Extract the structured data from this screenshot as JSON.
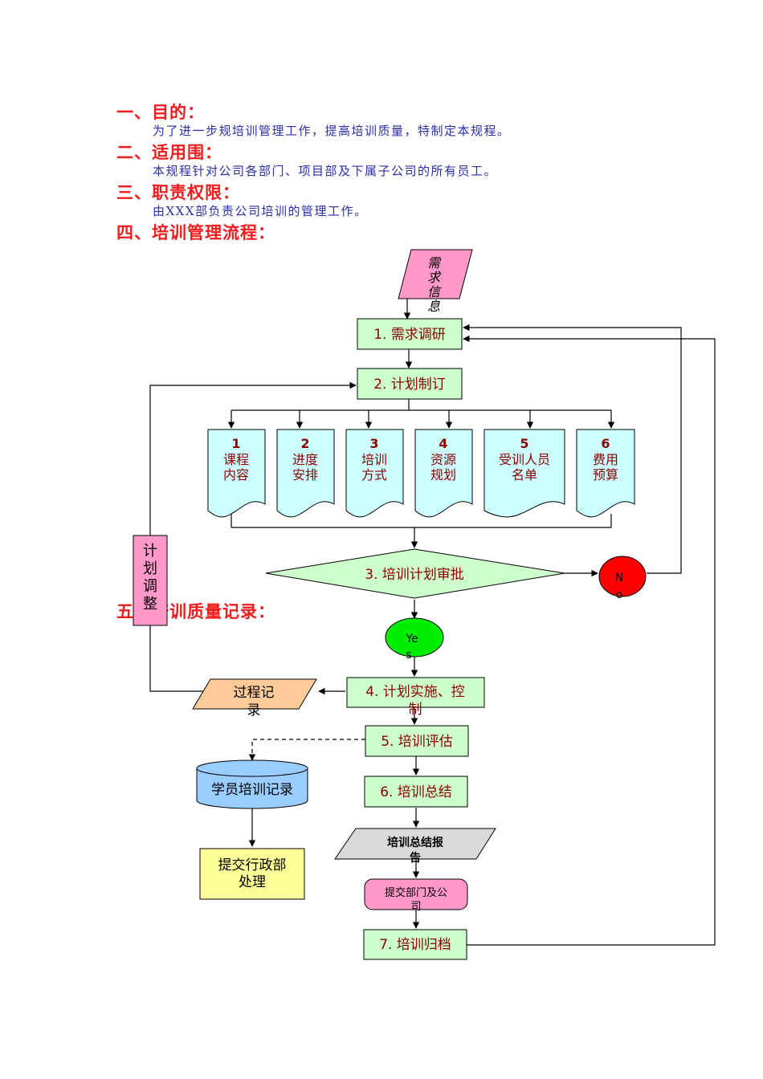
{
  "sections": [
    {
      "heading": "一、目的：",
      "body": "为了进一步规培训管理工作，提高培训质量，特制定本规程。"
    },
    {
      "heading": "二、适用围：",
      "body": "本规程针对公司各部门、项目部及下属子公司的所有员工。"
    },
    {
      "heading": "三、职责权限：",
      "body": "由XXX部负责公司培训的管理工作。"
    },
    {
      "heading": "四、培训管理流程：",
      "body": ""
    },
    {
      "heading": "五、培训质量记录：",
      "body": ""
    }
  ],
  "flow": {
    "demand_info": [
      "需",
      "求",
      "信",
      "息"
    ],
    "step1": "1. 需求调研",
    "step2": "2. 计划制订",
    "plan_docs": [
      {
        "num": "1",
        "lines": [
          "课程",
          "内容"
        ]
      },
      {
        "num": "2",
        "lines": [
          "进度",
          "安排"
        ]
      },
      {
        "num": "3",
        "lines": [
          "培训",
          "方式"
        ]
      },
      {
        "num": "4",
        "lines": [
          "资源",
          "规划"
        ]
      },
      {
        "num": "5",
        "lines": [
          "受训人员",
          "名单"
        ]
      },
      {
        "num": "6",
        "lines": [
          "费用",
          "预算"
        ]
      }
    ],
    "step3": "3. 培训计划审批",
    "no": [
      "N",
      "o"
    ],
    "yes": [
      "Ye",
      "s"
    ],
    "adjust": [
      "计",
      "划",
      "调",
      "整"
    ],
    "step4": [
      "4. 计划实施、控",
      "制"
    ],
    "process_record": [
      "过程记",
      "录"
    ],
    "step5": "5. 培训评估",
    "step6": "6. 培训总结",
    "summary_report": [
      "培训总结报",
      "告"
    ],
    "submit_company": [
      "提交部门及公",
      "司"
    ],
    "step7": "7. 培训归档",
    "student_record": "学员培训记录",
    "admin_submit": [
      "提交行政部",
      "处理"
    ]
  },
  "colors": {
    "heading": "#ee1c1c",
    "body_text": "#2b2fa8",
    "step_fill": "#ccffcc",
    "doc_fill": "#ccffff",
    "decision_fill": "#ccffcc",
    "no_fill": "#ff0000",
    "yes_fill": "#00ee00",
    "pink_fill": "#ff99cc",
    "orange_fill": "#ffcc99",
    "gray_fill": "#d9d9d9",
    "db_fill": "#99ccff",
    "yellow_fill": "#ffff99",
    "step_text": "#8b0000"
  }
}
